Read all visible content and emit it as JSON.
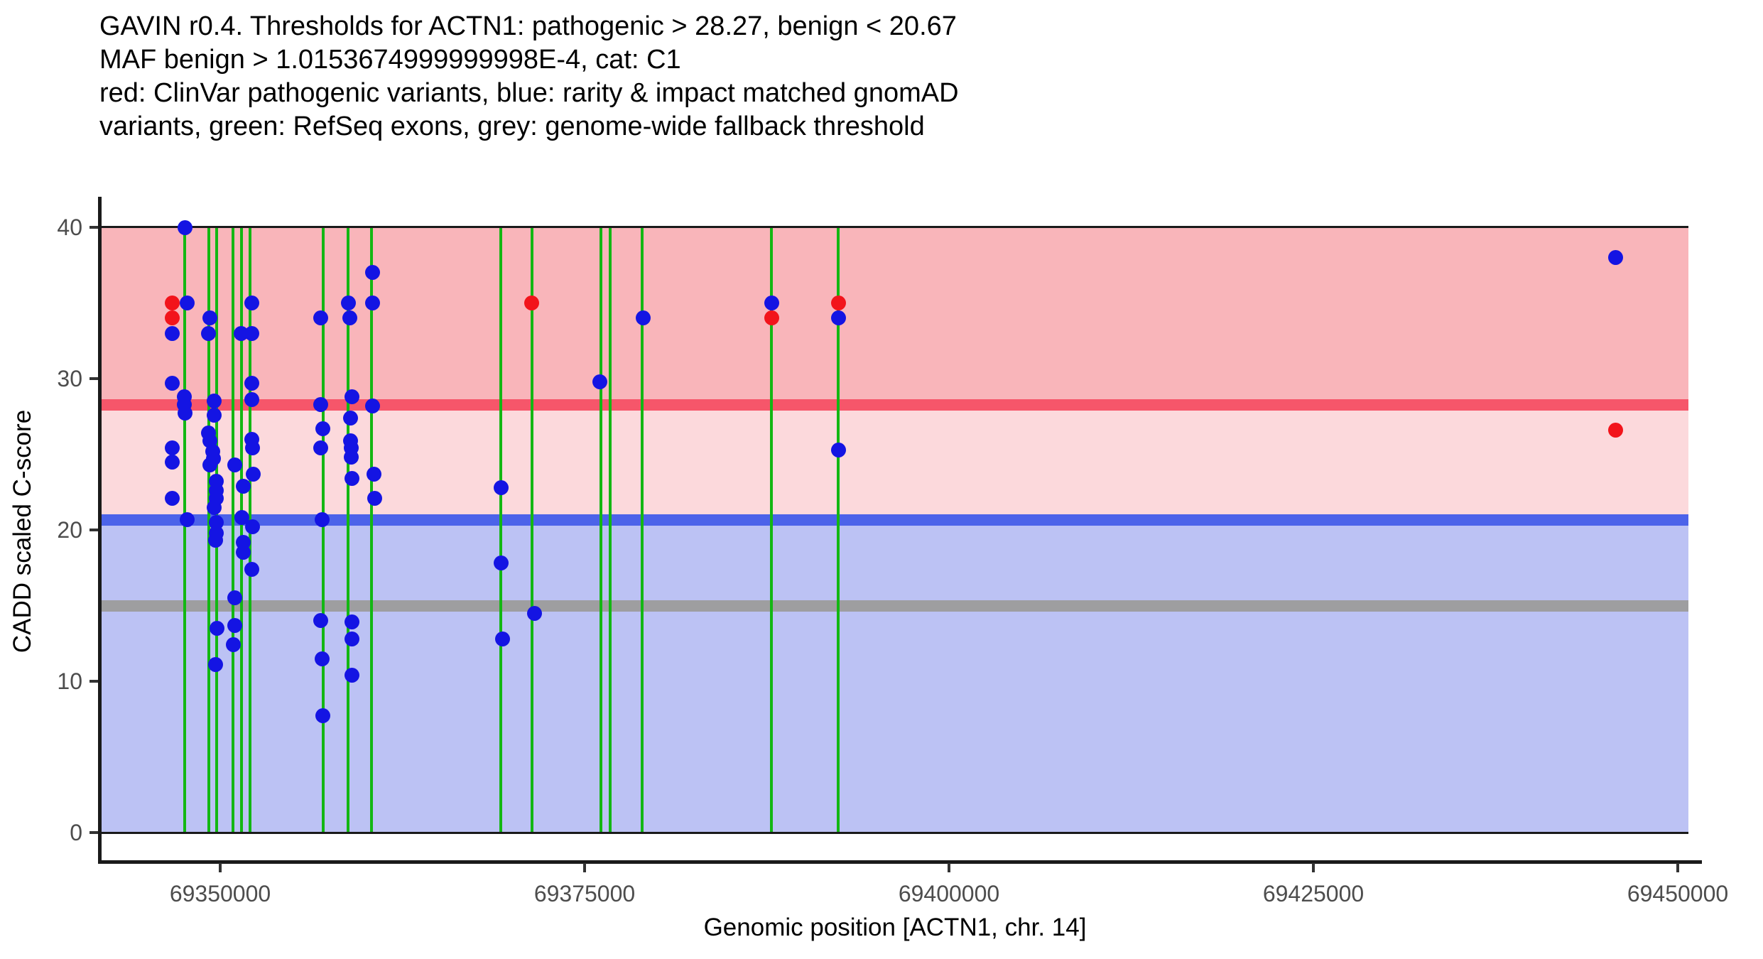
{
  "title_lines": [
    "GAVIN r0.4. Thresholds for ACTN1: pathogenic > 28.27, benign < 20.67",
    "MAF benign > 1.0153674999999998E-4, cat: C1",
    "red: ClinVar pathogenic variants, blue: rarity & impact matched gnomAD",
    "variants, green: RefSeq exons, grey: genome-wide fallback threshold"
  ],
  "colors": {
    "band_pathogenic": "#F9B5BA",
    "band_intermediate": "#FCD9DC",
    "band_benign": "#BCC2F4",
    "pathogenic_line": "#F6566A",
    "benign_line": "#4C63E9",
    "fallback_line": "#9E9EA0",
    "exon_green": "#13B713",
    "point_red": "#F2141B",
    "point_blue": "#1414E3",
    "axis_line": "#1A1A1A",
    "tick_text": "#4D4D4D"
  },
  "chart_data": {
    "type": "scatter",
    "title": "GAVIN r0.4. Thresholds for ACTN1: pathogenic > 28.27, benign < 20.67 MAF benign > 1.0153674999999998E-4, cat: C1. red: ClinVar pathogenic variants, blue: rarity & impact matched gnomAD variants, green: RefSeq exons, grey: genome-wide fallback threshold",
    "xlabel": "Genomic position [ACTN1, chr. 14]",
    "ylabel": "CADD scaled C-score",
    "xlim": [
      69341860,
      69450730
    ],
    "ylim": [
      -2,
      42
    ],
    "data_ylim": [
      0,
      40
    ],
    "grid": false,
    "legend": "none",
    "x_ticks": [
      69350000,
      69375000,
      69400000,
      69425000,
      69450000
    ],
    "x_tick_labels": [
      "69350000",
      "69375000",
      "69400000",
      "69425000",
      "69450000"
    ],
    "y_ticks": [
      0,
      10,
      20,
      30,
      40
    ],
    "y_tick_labels": [
      "0",
      "10",
      "20",
      "30",
      "40"
    ],
    "bands": [
      {
        "key": "pathogenic-region",
        "from": 28.27,
        "to": 40,
        "color": "#F9B5BA"
      },
      {
        "key": "intermediate-region",
        "from": 20.67,
        "to": 28.27,
        "color": "#FCD9DC"
      },
      {
        "key": "benign-region",
        "from": 0,
        "to": 20.67,
        "color": "#BCC2F4"
      }
    ],
    "hlines": [
      {
        "key": "pathogenic-threshold-line",
        "label": "pathogenic threshold",
        "y": 28.27,
        "color": "#F6566A"
      },
      {
        "key": "benign-threshold-line",
        "label": "benign threshold",
        "y": 20.67,
        "color": "#4C63E9"
      },
      {
        "key": "fallback-threshold-line",
        "label": "genome-wide fallback threshold",
        "y": 15.0,
        "color": "#9E9EA0"
      }
    ],
    "exon_positions": [
      69347560,
      69349220,
      69349760,
      69350880,
      69351460,
      69352050,
      69357070,
      69358770,
      69360380,
      69369250,
      69371390,
      69376120,
      69376750,
      69378950,
      69387820,
      69392400
    ],
    "series": [
      {
        "name": "rarity & impact matched gnomAD variants",
        "point_name": "gnomad-matched-point",
        "color": "#1414E3",
        "points": [
          [
            69347610,
            40.0
          ],
          [
            69347710,
            35.0
          ],
          [
            69346700,
            33.0
          ],
          [
            69349270,
            34.0
          ],
          [
            69349220,
            33.0
          ],
          [
            69352190,
            35.0
          ],
          [
            69351460,
            33.0
          ],
          [
            69352190,
            33.0
          ],
          [
            69356920,
            34.0
          ],
          [
            69358820,
            35.0
          ],
          [
            69358870,
            34.0
          ],
          [
            69360430,
            37.0
          ],
          [
            69360430,
            35.0
          ],
          [
            69346690,
            29.7
          ],
          [
            69352190,
            29.7
          ],
          [
            69376070,
            29.8
          ],
          [
            69347560,
            28.8
          ],
          [
            69347560,
            28.3
          ],
          [
            69347610,
            27.7
          ],
          [
            69349610,
            28.5
          ],
          [
            69349610,
            27.6
          ],
          [
            69352190,
            28.6
          ],
          [
            69359060,
            28.8
          ],
          [
            69356920,
            28.3
          ],
          [
            69360430,
            28.2
          ],
          [
            69358920,
            27.4
          ],
          [
            69357020,
            26.7
          ],
          [
            69349220,
            26.4
          ],
          [
            69349270,
            25.9
          ],
          [
            69352190,
            26.0
          ],
          [
            69352240,
            25.4
          ],
          [
            69346730,
            25.4
          ],
          [
            69356920,
            25.4
          ],
          [
            69358920,
            25.9
          ],
          [
            69358970,
            25.4
          ],
          [
            69358970,
            24.8
          ],
          [
            69349510,
            25.2
          ],
          [
            69349560,
            24.7
          ],
          [
            69346730,
            24.5
          ],
          [
            69350980,
            24.3
          ],
          [
            69349270,
            24.3
          ],
          [
            69352290,
            23.7
          ],
          [
            69359020,
            23.4
          ],
          [
            69360530,
            23.7
          ],
          [
            69351560,
            22.9
          ],
          [
            69349710,
            23.2
          ],
          [
            69349710,
            22.6
          ],
          [
            69346730,
            22.1
          ],
          [
            69349710,
            22.1
          ],
          [
            69360580,
            22.1
          ],
          [
            69349610,
            21.5
          ],
          [
            69347710,
            20.7
          ],
          [
            69351510,
            20.8
          ],
          [
            69356970,
            20.7
          ],
          [
            69349710,
            20.5
          ],
          [
            69352240,
            20.2
          ],
          [
            69349710,
            19.8
          ],
          [
            69349660,
            19.3
          ],
          [
            69351560,
            19.2
          ],
          [
            69351560,
            18.5
          ],
          [
            69352190,
            17.4
          ],
          [
            69369250,
            22.8
          ],
          [
            69369250,
            17.8
          ],
          [
            69392400,
            25.3
          ],
          [
            69387820,
            35.0
          ],
          [
            69392400,
            34.0
          ],
          [
            69379000,
            34.0
          ],
          [
            69350980,
            15.5
          ],
          [
            69349800,
            13.5
          ],
          [
            69351020,
            13.7
          ],
          [
            69350880,
            12.4
          ],
          [
            69349660,
            11.1
          ],
          [
            69356920,
            14.0
          ],
          [
            69359020,
            13.9
          ],
          [
            69359060,
            12.8
          ],
          [
            69356970,
            11.5
          ],
          [
            69359020,
            10.4
          ],
          [
            69357020,
            7.7
          ],
          [
            69371540,
            14.5
          ],
          [
            69369350,
            12.8
          ],
          [
            69445760,
            38.0
          ]
        ]
      },
      {
        "name": "ClinVar pathogenic variants",
        "point_name": "clinvar-pathogenic-point",
        "color": "#F2141B",
        "points": [
          [
            69346700,
            35.0
          ],
          [
            69346700,
            34.0
          ],
          [
            69371390,
            35.0
          ],
          [
            69387820,
            34.0
          ],
          [
            69392400,
            35.0
          ],
          [
            69445760,
            26.6
          ]
        ]
      }
    ]
  }
}
